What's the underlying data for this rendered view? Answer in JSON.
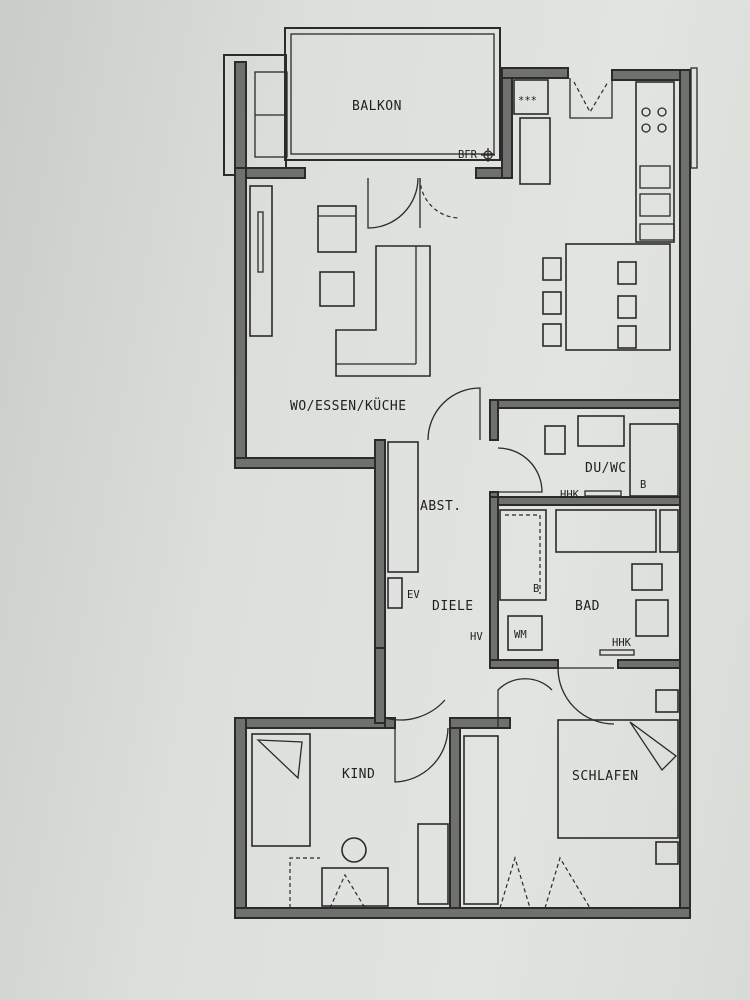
{
  "rooms": {
    "balkon": "BALKON",
    "wohnen": "WO/ESSEN/KÜCHE",
    "duwc": "DU/WC",
    "abst": "ABST.",
    "diele": "DIELE",
    "bad": "BAD",
    "kind": "KIND",
    "schlafen": "SCHLAFEN"
  },
  "marks": {
    "bfr": "BFR",
    "hhk_duwc": "HHK",
    "b_duwc": "B",
    "b_bad": "B",
    "wm": "WM",
    "hhk_bad": "HHK",
    "ev": "EV",
    "hv": "HV",
    "stars": "***"
  }
}
